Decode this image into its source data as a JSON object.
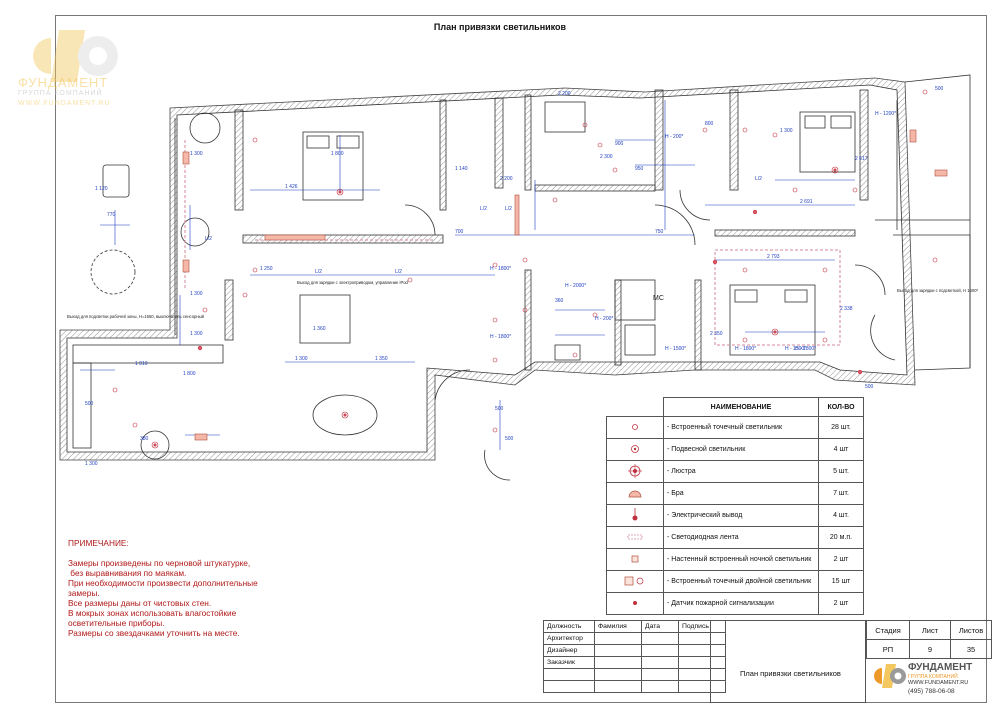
{
  "title": "План привязки светильников",
  "logo": {
    "name": "ФУНДАМЕНТ",
    "subtitle": "ГРУППА КОМПАНИЙ",
    "url": "WWW.FUNDAMENT.RU",
    "phone": "(495) 788-06-08",
    "colors": {
      "yellow": "#f3c860",
      "orange": "#ee9a2a",
      "gray": "#9a9a9a"
    }
  },
  "plan": {
    "dimensions": [
      "1 120",
      "770",
      "1 300",
      "1 300",
      "1 800",
      "1 426",
      "1 140",
      "2 300",
      "1 300",
      "1 360",
      "1 250",
      "1 300",
      "1 350",
      "2 793",
      "2 338",
      "2 691",
      "2 617",
      "2 350",
      "900",
      "800",
      "750",
      "700",
      "L/2",
      "L/2",
      "L/2",
      "L/2",
      "L/2",
      "L/2",
      "500",
      "500",
      "500",
      "500",
      "500",
      "1 300",
      "1 300",
      "1 800",
      "2 200",
      "2 200",
      "H - 1800*",
      "H - 2000*",
      "H - 1800*",
      "H - 200*",
      "H - 1500*",
      "H - 1800*",
      "H - 1500*",
      "H - 1800*",
      "H - 200*",
      "360",
      "950",
      "1 010",
      "380",
      "H - 1200*"
    ],
    "annotations": [
      "Выход для подсветки рабочей зоны, H=1550, выключатель сенсорный",
      "Выход для зарядки с электроприводом, управление iPod",
      "Выход для зарядки с подсветкой, H 1600*",
      "МС"
    ]
  },
  "legend": {
    "header_name": "НАИМЕНОВАНИЕ",
    "header_qty": "КОЛ-ВО",
    "rows": [
      {
        "name": "- Встроенный точечный светильник",
        "qty": "28 шт."
      },
      {
        "name": "- Подвесной светильник",
        "qty": "4 шт"
      },
      {
        "name": "- Люстра",
        "qty": "5 шт."
      },
      {
        "name": "- Бра",
        "qty": "7 шт."
      },
      {
        "name": "- Электрический вывод",
        "qty": "4 шт."
      },
      {
        "name": "- Светодиодная лента",
        "qty": "20 м.п."
      },
      {
        "name": "- Настенный встроенный ночной светильник",
        "qty": "2 шт"
      },
      {
        "name": "- Встроенный точечный двойной светильник",
        "qty": "15 шт"
      },
      {
        "name": "- Датчик пожарной сигнализации",
        "qty": "2 шт"
      }
    ]
  },
  "note": {
    "heading": "ПРИМЕЧАНИЕ:",
    "lines": [
      "Замеры произведены по черновой штукатурке,",
      " без выравнивания по маякам.",
      "При необходимости произвести дополнительные",
      "замеры.",
      "Все размеры даны от чистовых стен.",
      "В мокрых зонах использовать влагостойкие",
      "осветительные приборы.",
      "Размеры со звездачками уточнить на месте."
    ]
  },
  "stamp": {
    "headers": [
      "Должность",
      "Фамилия",
      "Дата",
      "Подпись"
    ],
    "roles": [
      "Архитектор",
      "Дизайнер",
      "Заказчик"
    ],
    "stage_label": "Стадия",
    "sheet_label": "Лист",
    "sheets_label": "Листов",
    "stage": "РП",
    "sheet": "9",
    "sheets": "35",
    "sheet_name": "План привязки светильников"
  }
}
